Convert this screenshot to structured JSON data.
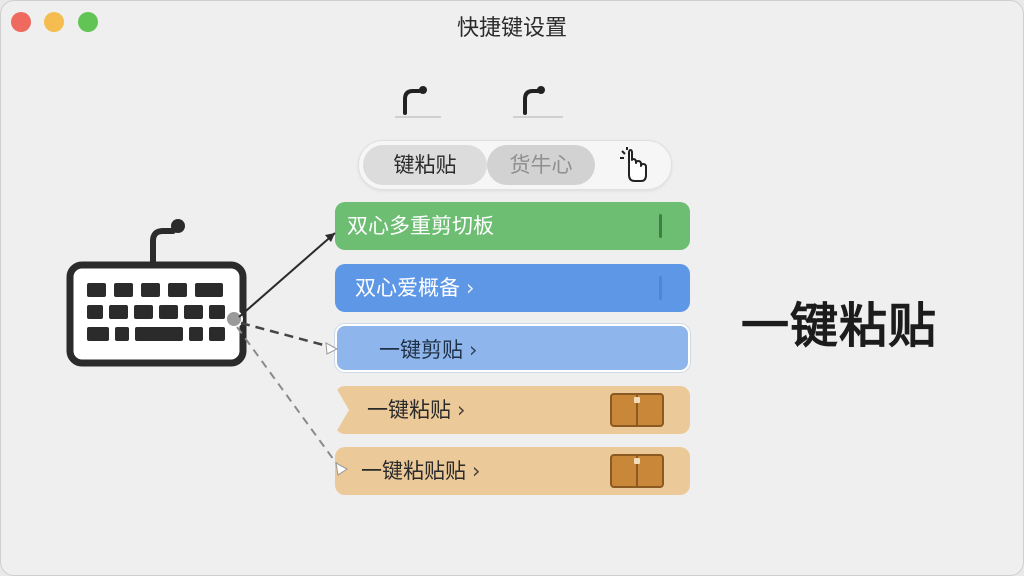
{
  "window": {
    "title": "快捷键设置"
  },
  "tabs": [
    {
      "label": "键粘贴"
    },
    {
      "label": "货牛心"
    },
    {
      "label": ""
    }
  ],
  "menu": {
    "items": [
      {
        "label": "双心多重剪切板",
        "chevron": ""
      },
      {
        "label": "双心爱概备",
        "chevron": "›"
      },
      {
        "label": "一键剪贴",
        "chevron": "›"
      },
      {
        "label": "一键粘贴",
        "chevron": "›"
      },
      {
        "label": "一键粘贴贴",
        "chevron": "›"
      }
    ]
  },
  "feature_label": "一键粘贴",
  "icons": {
    "keyboard": "keyboard-icon",
    "hand": "hand-pointer-icon",
    "box": "box-icon",
    "hook": "hook-icon"
  },
  "colors": {
    "green": "#6dbd73",
    "blue": "#5e97e6",
    "light_blue": "#8fb6ec",
    "tan": "#ecc998",
    "box": "#c98839"
  }
}
